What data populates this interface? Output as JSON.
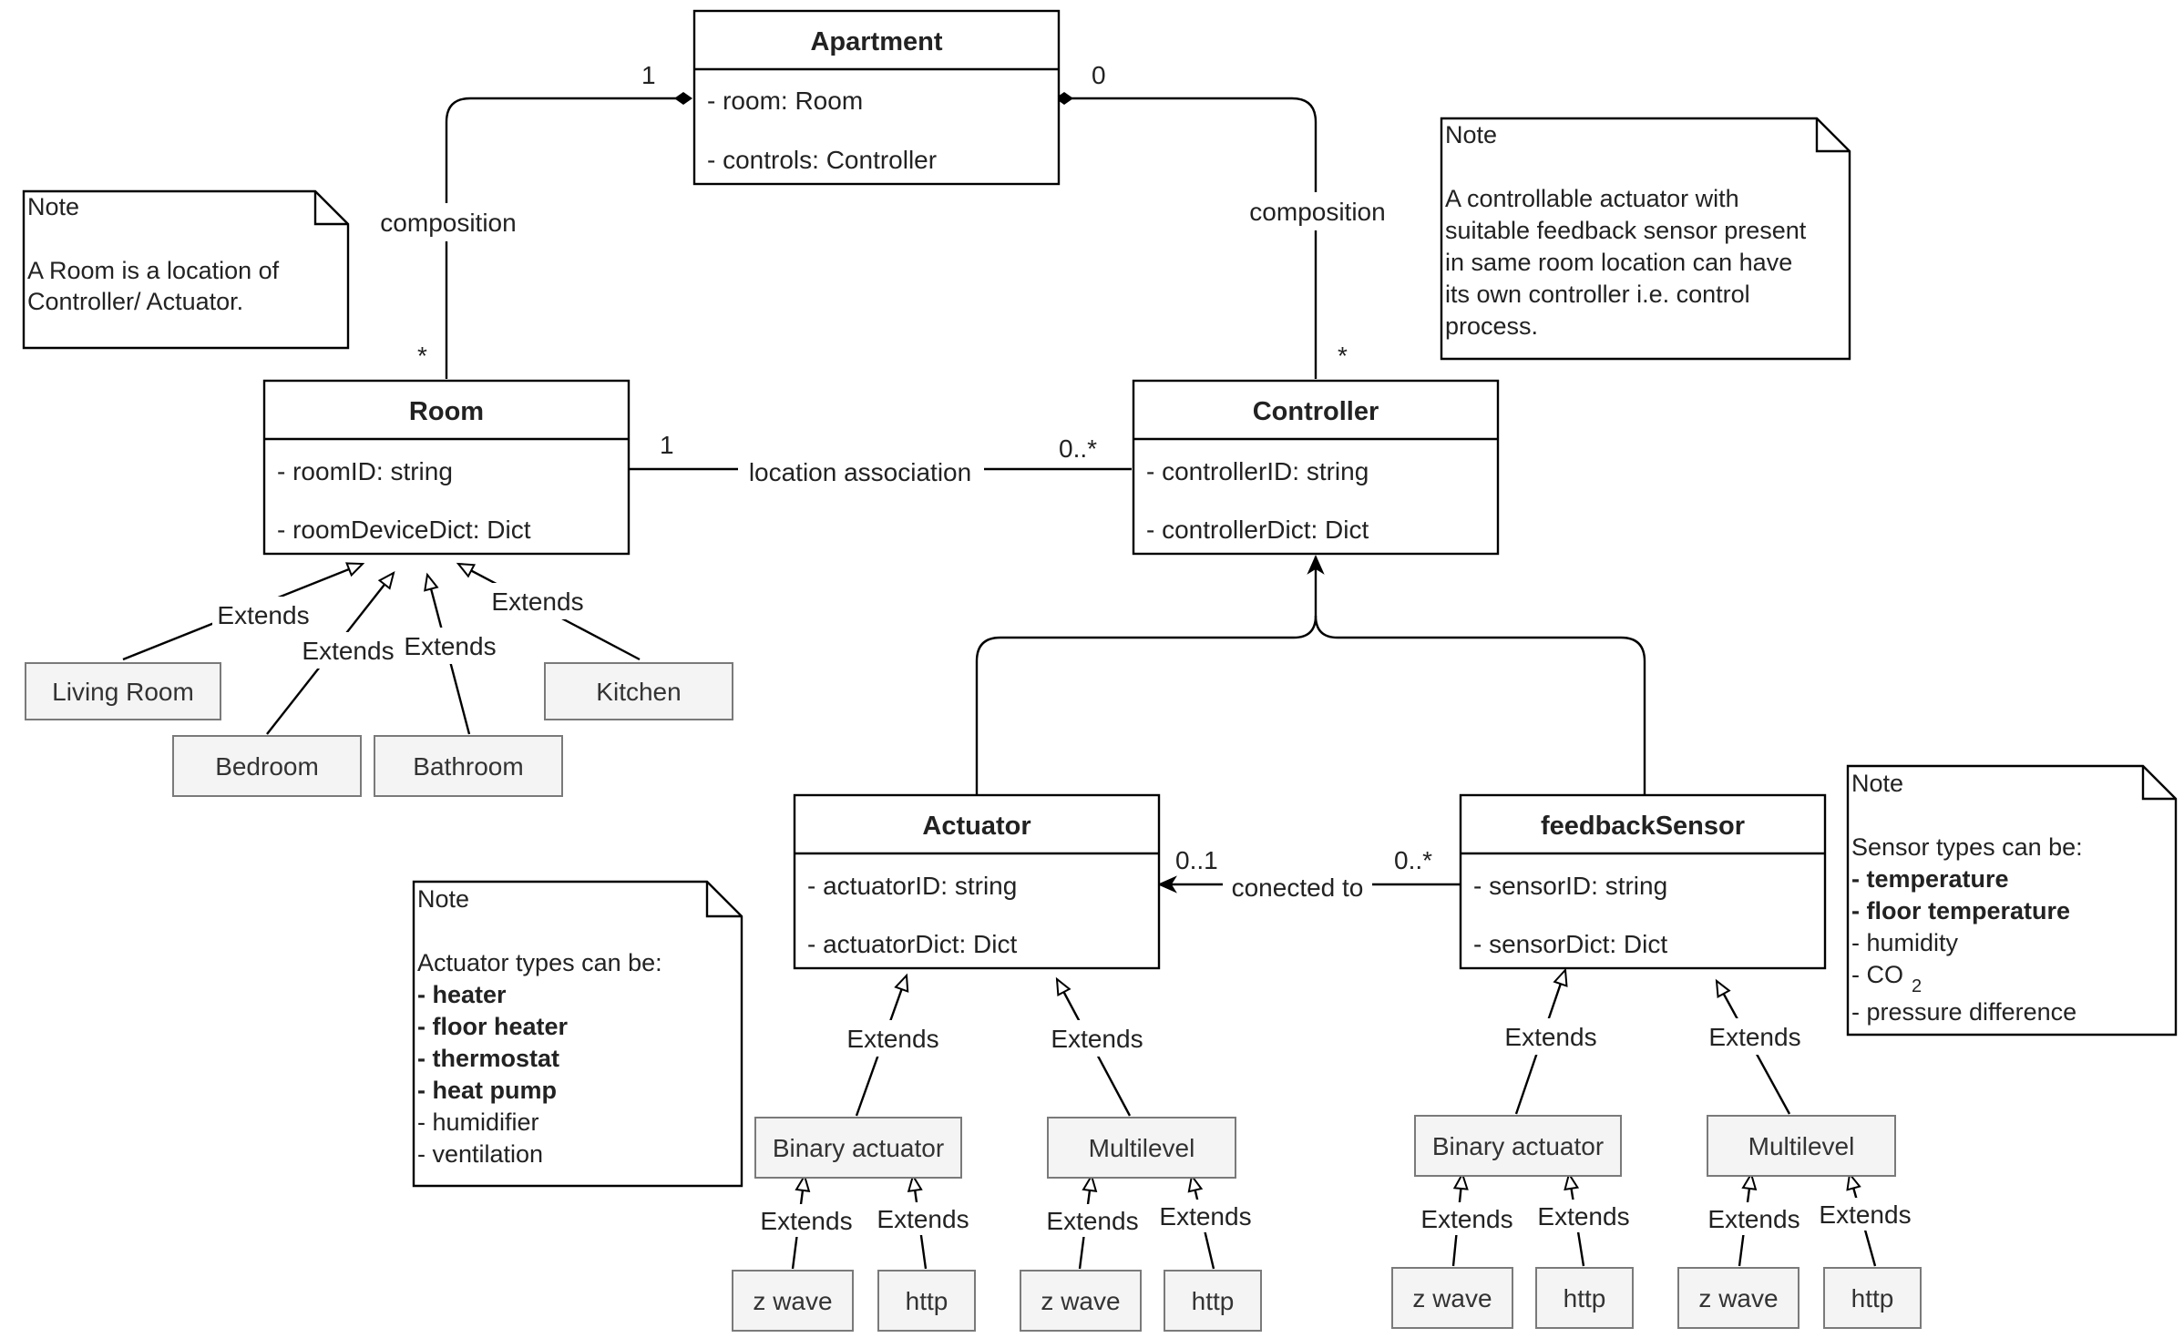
{
  "classes": {
    "apartment": {
      "title": "Apartment",
      "attrs": [
        "- room: Room",
        "- controls: Controller"
      ]
    },
    "room": {
      "title": "Room",
      "attrs": [
        "- roomID: string",
        "- roomDeviceDict: Dict"
      ]
    },
    "controller": {
      "title": "Controller",
      "attrs": [
        "- controllerID: string",
        "- controllerDict: Dict"
      ]
    },
    "actuator": {
      "title": "Actuator",
      "attrs": [
        "- actuatorID: string",
        "- actuatorDict: Dict"
      ]
    },
    "feedback_sensor": {
      "title": "feedbackSensor",
      "attrs": [
        "- sensorID: string",
        "- sensorDict: Dict"
      ]
    }
  },
  "subclasses": {
    "living_room": "Living Room",
    "bedroom": "Bedroom",
    "bathroom": "Bathroom",
    "kitchen": "Kitchen",
    "act_binary": "Binary actuator",
    "act_multilevel": "Multilevel",
    "sen_binary": "Binary actuator",
    "sen_multilevel": "Multilevel",
    "act_bin_zwave": "z wave",
    "act_bin_http": "http",
    "act_ml_zwave": "z wave",
    "act_ml_http": "http",
    "sen_bin_zwave": "z wave",
    "sen_bin_http": "http",
    "sen_ml_zwave": "z wave",
    "sen_ml_http": "http"
  },
  "edges": {
    "composition_left": "composition",
    "composition_right": "composition",
    "location_association": "location association",
    "connected_to": "conected to",
    "extends": "Extends"
  },
  "multiplicities": {
    "apt_room_apt": "1",
    "apt_room_room": "*",
    "apt_ctrl_apt": "0",
    "apt_ctrl_ctrl": "*",
    "room_ctrl_room": "1",
    "room_ctrl_ctrl": "0..*",
    "act_sen_act": "0..1",
    "act_sen_sen": "0..*"
  },
  "notes": {
    "room": {
      "title": "Note",
      "lines": [
        "A Room is a location of",
        "Controller/ Actuator."
      ]
    },
    "controller": {
      "title": "Note",
      "lines": [
        "A controllable actuator with",
        "suitable feedback sensor present",
        "in same room location can have",
        "its own controller i.e. control",
        "process."
      ]
    },
    "actuator": {
      "title": "Note",
      "intro": "Actuator types can be:",
      "bold_items": [
        "- heater",
        "- floor heater",
        "- thermostat",
        "- heat pump"
      ],
      "items": [
        "- humidifier",
        "- ventilation"
      ]
    },
    "sensor": {
      "title": "Note",
      "intro": "Sensor types can be:",
      "bold_items": [
        "- temperature",
        "- floor temperature"
      ],
      "items": [
        "- humidity",
        "- CO",
        "- pressure difference"
      ],
      "co2_subscript": "2"
    }
  }
}
